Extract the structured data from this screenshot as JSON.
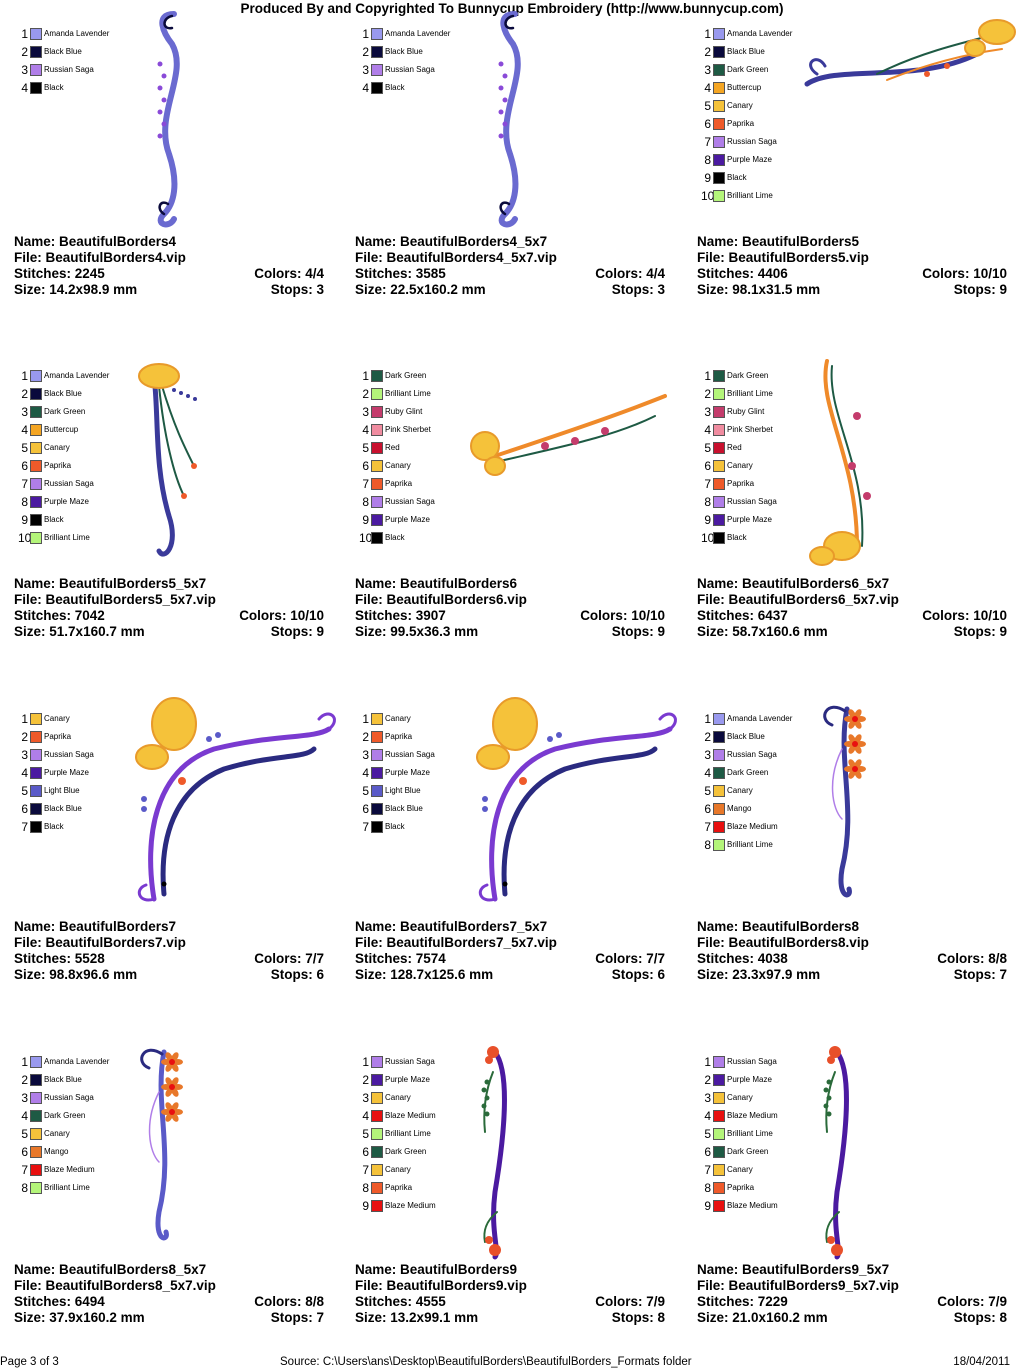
{
  "header": "Produced By and Copyrighted To Bunnycup Embroidery (http://www.bunnycup.com)",
  "labels": {
    "name": "Name:",
    "file": "File:",
    "stitches": "Stitches:",
    "size": "Size:",
    "colors": "Colors:",
    "stops": "Stops:"
  },
  "palette": {
    "Amanda Lavender": "#9999ee",
    "Black Blue": "#0a0a3c",
    "Russian Saga": "#b07ee8",
    "Black": "#000000",
    "Dark Green": "#1e5a44",
    "Buttercup": "#f5a623",
    "Canary": "#f5c23a",
    "Paprika": "#ef5a2a",
    "Purple Maze": "#4b1aa0",
    "Brilliant Lime": "#b4f57a",
    "Ruby Glint": "#c43c6c",
    "Pink Sherbet": "#f08ca0",
    "Red": "#c8102e",
    "Light Blue": "#5a5ac8",
    "Mango": "#e8782a",
    "Blaze Medium": "#e81010"
  },
  "designs": [
    {
      "name": "BeautifulBorders4",
      "file": "BeautifulBorders4.vip",
      "stitches": "2245",
      "colors": "4/4",
      "size": "14.2x98.9 mm",
      "stops": "3",
      "thread_colors": [
        "Amanda Lavender",
        "Black Blue",
        "Russian Saga",
        "Black"
      ],
      "art": "scroll-v",
      "art_colors": [
        "#6a6ad0",
        "#0a0a3c",
        "#8a4ad8"
      ]
    },
    {
      "name": "BeautifulBorders4_5x7",
      "file": "BeautifulBorders4_5x7.vip",
      "stitches": "3585",
      "colors": "4/4",
      "size": "22.5x160.2 mm",
      "stops": "3",
      "thread_colors": [
        "Amanda Lavender",
        "Black Blue",
        "Russian Saga",
        "Black"
      ],
      "art": "scroll-v",
      "art_colors": [
        "#6a6ad0",
        "#0a0a3c",
        "#8a4ad8"
      ]
    },
    {
      "name": "BeautifulBorders5",
      "file": "BeautifulBorders5.vip",
      "stitches": "4406",
      "colors": "10/10",
      "size": "98.1x31.5 mm",
      "stops": "9",
      "thread_colors": [
        "Amanda Lavender",
        "Black Blue",
        "Dark Green",
        "Buttercup",
        "Canary",
        "Paprika",
        "Russian Saga",
        "Purple Maze",
        "Black",
        "Brilliant Lime"
      ],
      "art": "butterfly-h",
      "art_colors": [
        "#3a3a9a",
        "#f5c23a",
        "#1e5a44"
      ]
    },
    {
      "name": "BeautifulBorders5_5x7",
      "file": "BeautifulBorders5_5x7.vip",
      "stitches": "7042",
      "colors": "10/10",
      "size": "51.7x160.7 mm",
      "stops": "9",
      "thread_colors": [
        "Amanda Lavender",
        "Black Blue",
        "Dark Green",
        "Buttercup",
        "Canary",
        "Paprika",
        "Russian Saga",
        "Purple Maze",
        "Black",
        "Brilliant Lime"
      ],
      "art": "butterfly-v",
      "art_colors": [
        "#3a3a9a",
        "#f5c23a",
        "#1e5a44"
      ]
    },
    {
      "name": "BeautifulBorders6",
      "file": "BeautifulBorders6.vip",
      "stitches": "3907",
      "colors": "10/10",
      "size": "99.5x36.3 mm",
      "stops": "9",
      "thread_colors": [
        "Dark Green",
        "Brilliant Lime",
        "Ruby Glint",
        "Pink Sherbet",
        "Red",
        "Canary",
        "Paprika",
        "Russian Saga",
        "Purple Maze",
        "Black"
      ],
      "art": "butterfly-h2",
      "art_colors": [
        "#ef8a2a",
        "#f5c23a",
        "#1e5a44"
      ]
    },
    {
      "name": "BeautifulBorders6_5x7",
      "file": "BeautifulBorders6_5x7.vip",
      "stitches": "6437",
      "colors": "10/10",
      "size": "58.7x160.6 mm",
      "stops": "9",
      "thread_colors": [
        "Dark Green",
        "Brilliant Lime",
        "Ruby Glint",
        "Pink Sherbet",
        "Red",
        "Canary",
        "Paprika",
        "Russian Saga",
        "Purple Maze",
        "Black"
      ],
      "art": "butterfly-v2",
      "art_colors": [
        "#ef8a2a",
        "#f5c23a",
        "#1e5a44"
      ]
    },
    {
      "name": "BeautifulBorders7",
      "file": "BeautifulBorders7.vip",
      "stitches": "5528",
      "colors": "7/7",
      "size": "98.8x96.6 mm",
      "stops": "6",
      "thread_colors": [
        "Canary",
        "Paprika",
        "Russian Saga",
        "Purple Maze",
        "Light Blue",
        "Black Blue",
        "Black"
      ],
      "art": "corner",
      "art_colors": [
        "#7a3ad0",
        "#f5c23a",
        "#2a2a80"
      ]
    },
    {
      "name": "BeautifulBorders7_5x7",
      "file": "BeautifulBorders7_5x7.vip",
      "stitches": "7574",
      "colors": "7/7",
      "size": "128.7x125.6 mm",
      "stops": "6",
      "thread_colors": [
        "Canary",
        "Paprika",
        "Russian Saga",
        "Purple Maze",
        "Light Blue",
        "Black Blue",
        "Black"
      ],
      "art": "corner",
      "art_colors": [
        "#7a3ad0",
        "#f5c23a",
        "#2a2a80"
      ]
    },
    {
      "name": "BeautifulBorders8",
      "file": "BeautifulBorders8.vip",
      "stitches": "4038",
      "colors": "8/8",
      "size": "23.3x97.9 mm",
      "stops": "7",
      "thread_colors": [
        "Amanda Lavender",
        "Black Blue",
        "Russian Saga",
        "Dark Green",
        "Canary",
        "Mango",
        "Blaze Medium",
        "Brilliant Lime"
      ],
      "art": "flower-v",
      "art_colors": [
        "#3a3a9a",
        "#e8782a",
        "#1e5a44"
      ]
    },
    {
      "name": "BeautifulBorders8_5x7",
      "file": "BeautifulBorders8_5x7.vip",
      "stitches": "6494",
      "colors": "8/8",
      "size": "37.9x160.2 mm",
      "stops": "7",
      "thread_colors": [
        "Amanda Lavender",
        "Black Blue",
        "Russian Saga",
        "Dark Green",
        "Canary",
        "Mango",
        "Blaze Medium",
        "Brilliant Lime"
      ],
      "art": "flower-v",
      "art_colors": [
        "#5a5ac8",
        "#e8782a",
        "#1e5a44"
      ]
    },
    {
      "name": "BeautifulBorders9",
      "file": "BeautifulBorders9.vip",
      "stitches": "4555",
      "colors": "7/9",
      "size": "13.2x99.1 mm",
      "stops": "8",
      "thread_colors": [
        "Russian Saga",
        "Purple Maze",
        "Canary",
        "Blaze Medium",
        "Brilliant Lime",
        "Dark Green",
        "Canary",
        "Paprika",
        "Blaze Medium"
      ],
      "art": "stem-v",
      "art_colors": [
        "#4b1aa0",
        "#e8502a",
        "#2a6a3a"
      ]
    },
    {
      "name": "BeautifulBorders9_5x7",
      "file": "BeautifulBorders9_5x7.vip",
      "stitches": "7229",
      "colors": "7/9",
      "size": "21.0x160.2 mm",
      "stops": "8",
      "thread_colors": [
        "Russian Saga",
        "Purple Maze",
        "Canary",
        "Blaze Medium",
        "Brilliant Lime",
        "Dark Green",
        "Canary",
        "Paprika",
        "Blaze Medium"
      ],
      "art": "stem-v",
      "art_colors": [
        "#4b1aa0",
        "#e8502a",
        "#2a6a3a"
      ]
    }
  ],
  "footer": {
    "page": "Page 3 of 3",
    "source": "Source: C:\\Users\\ans\\Desktop\\BeautifulBorders\\BeautifulBorders_Formats folder",
    "date": "18/04/2011"
  }
}
